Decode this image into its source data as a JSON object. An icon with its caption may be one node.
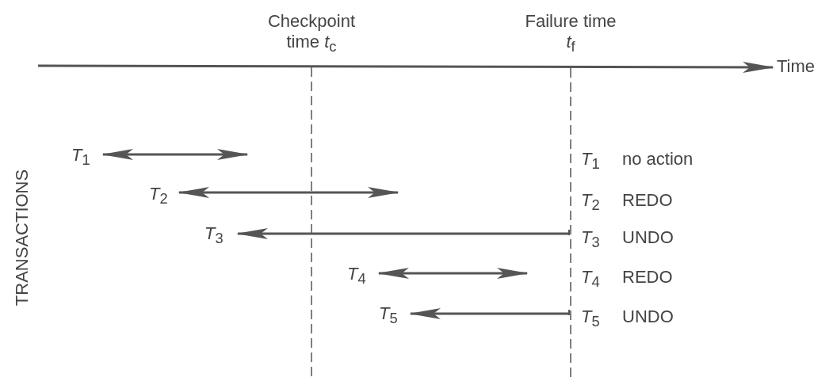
{
  "diagram": {
    "labels": [
      "Checkpoint time *t*$_{c}$",
      "Failure time *t*$_{f}$",
      "Time",
      "TRANSACTIONS",
      "*T*$_{1}$",
      "*T*$_{1}$",
      "no action",
      "*T*$_{2}$",
      "*T*$_{2}$",
      "REDO",
      "*T*$_{3}$",
      "*T*$_{3}$",
      "UNDO",
      "*T*$_{4}$",
      "*T*$_{4}$",
      "REDO",
      "*T*$_{5}$",
      "*T*$_{5}$",
      "UNDO"
    ]
  }
}
